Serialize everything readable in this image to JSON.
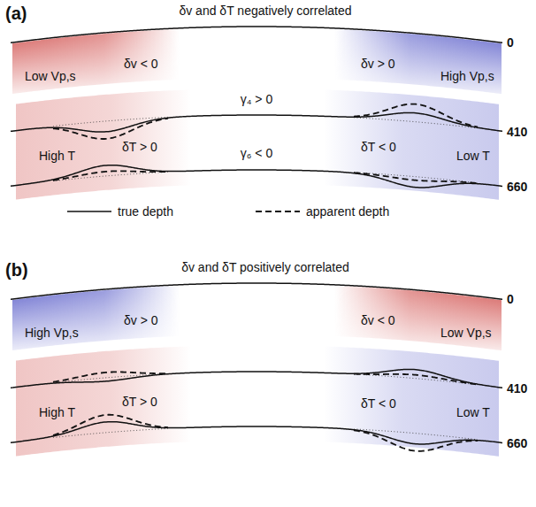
{
  "diagram": {
    "labels": [
      "(a)",
      "δv and δT negatively correlated",
      "0",
      "Low Vp,s",
      "δv < 0",
      "δv > 0",
      "High Vp,s",
      "γ₄ > 0",
      "410",
      "High T",
      "δT > 0",
      "δT < 0",
      "Low T",
      "γ₆ < 0",
      "660",
      "(b)",
      "δv and δT positively correlated",
      "0",
      "High Vp,s",
      "δv > 0",
      "δv < 0",
      "Low Vp,s",
      "410",
      "High T",
      "δT > 0",
      "δT < 0",
      "Low T",
      "660"
    ],
    "legend": [
      {
        "text": "true depth"
      },
      {
        "text": "apparent depth"
      }
    ]
  }
}
